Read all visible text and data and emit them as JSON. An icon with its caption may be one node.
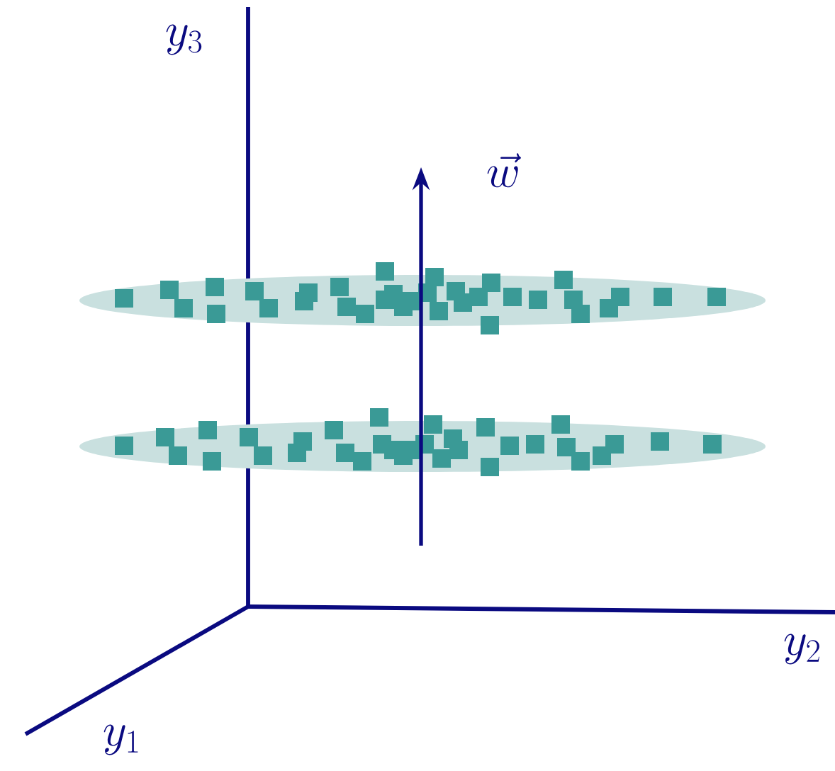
{
  "diagram": {
    "labels": [
      "y_3",
      "\\vec{w}",
      "y_2",
      "y_1"
    ]
  }
}
